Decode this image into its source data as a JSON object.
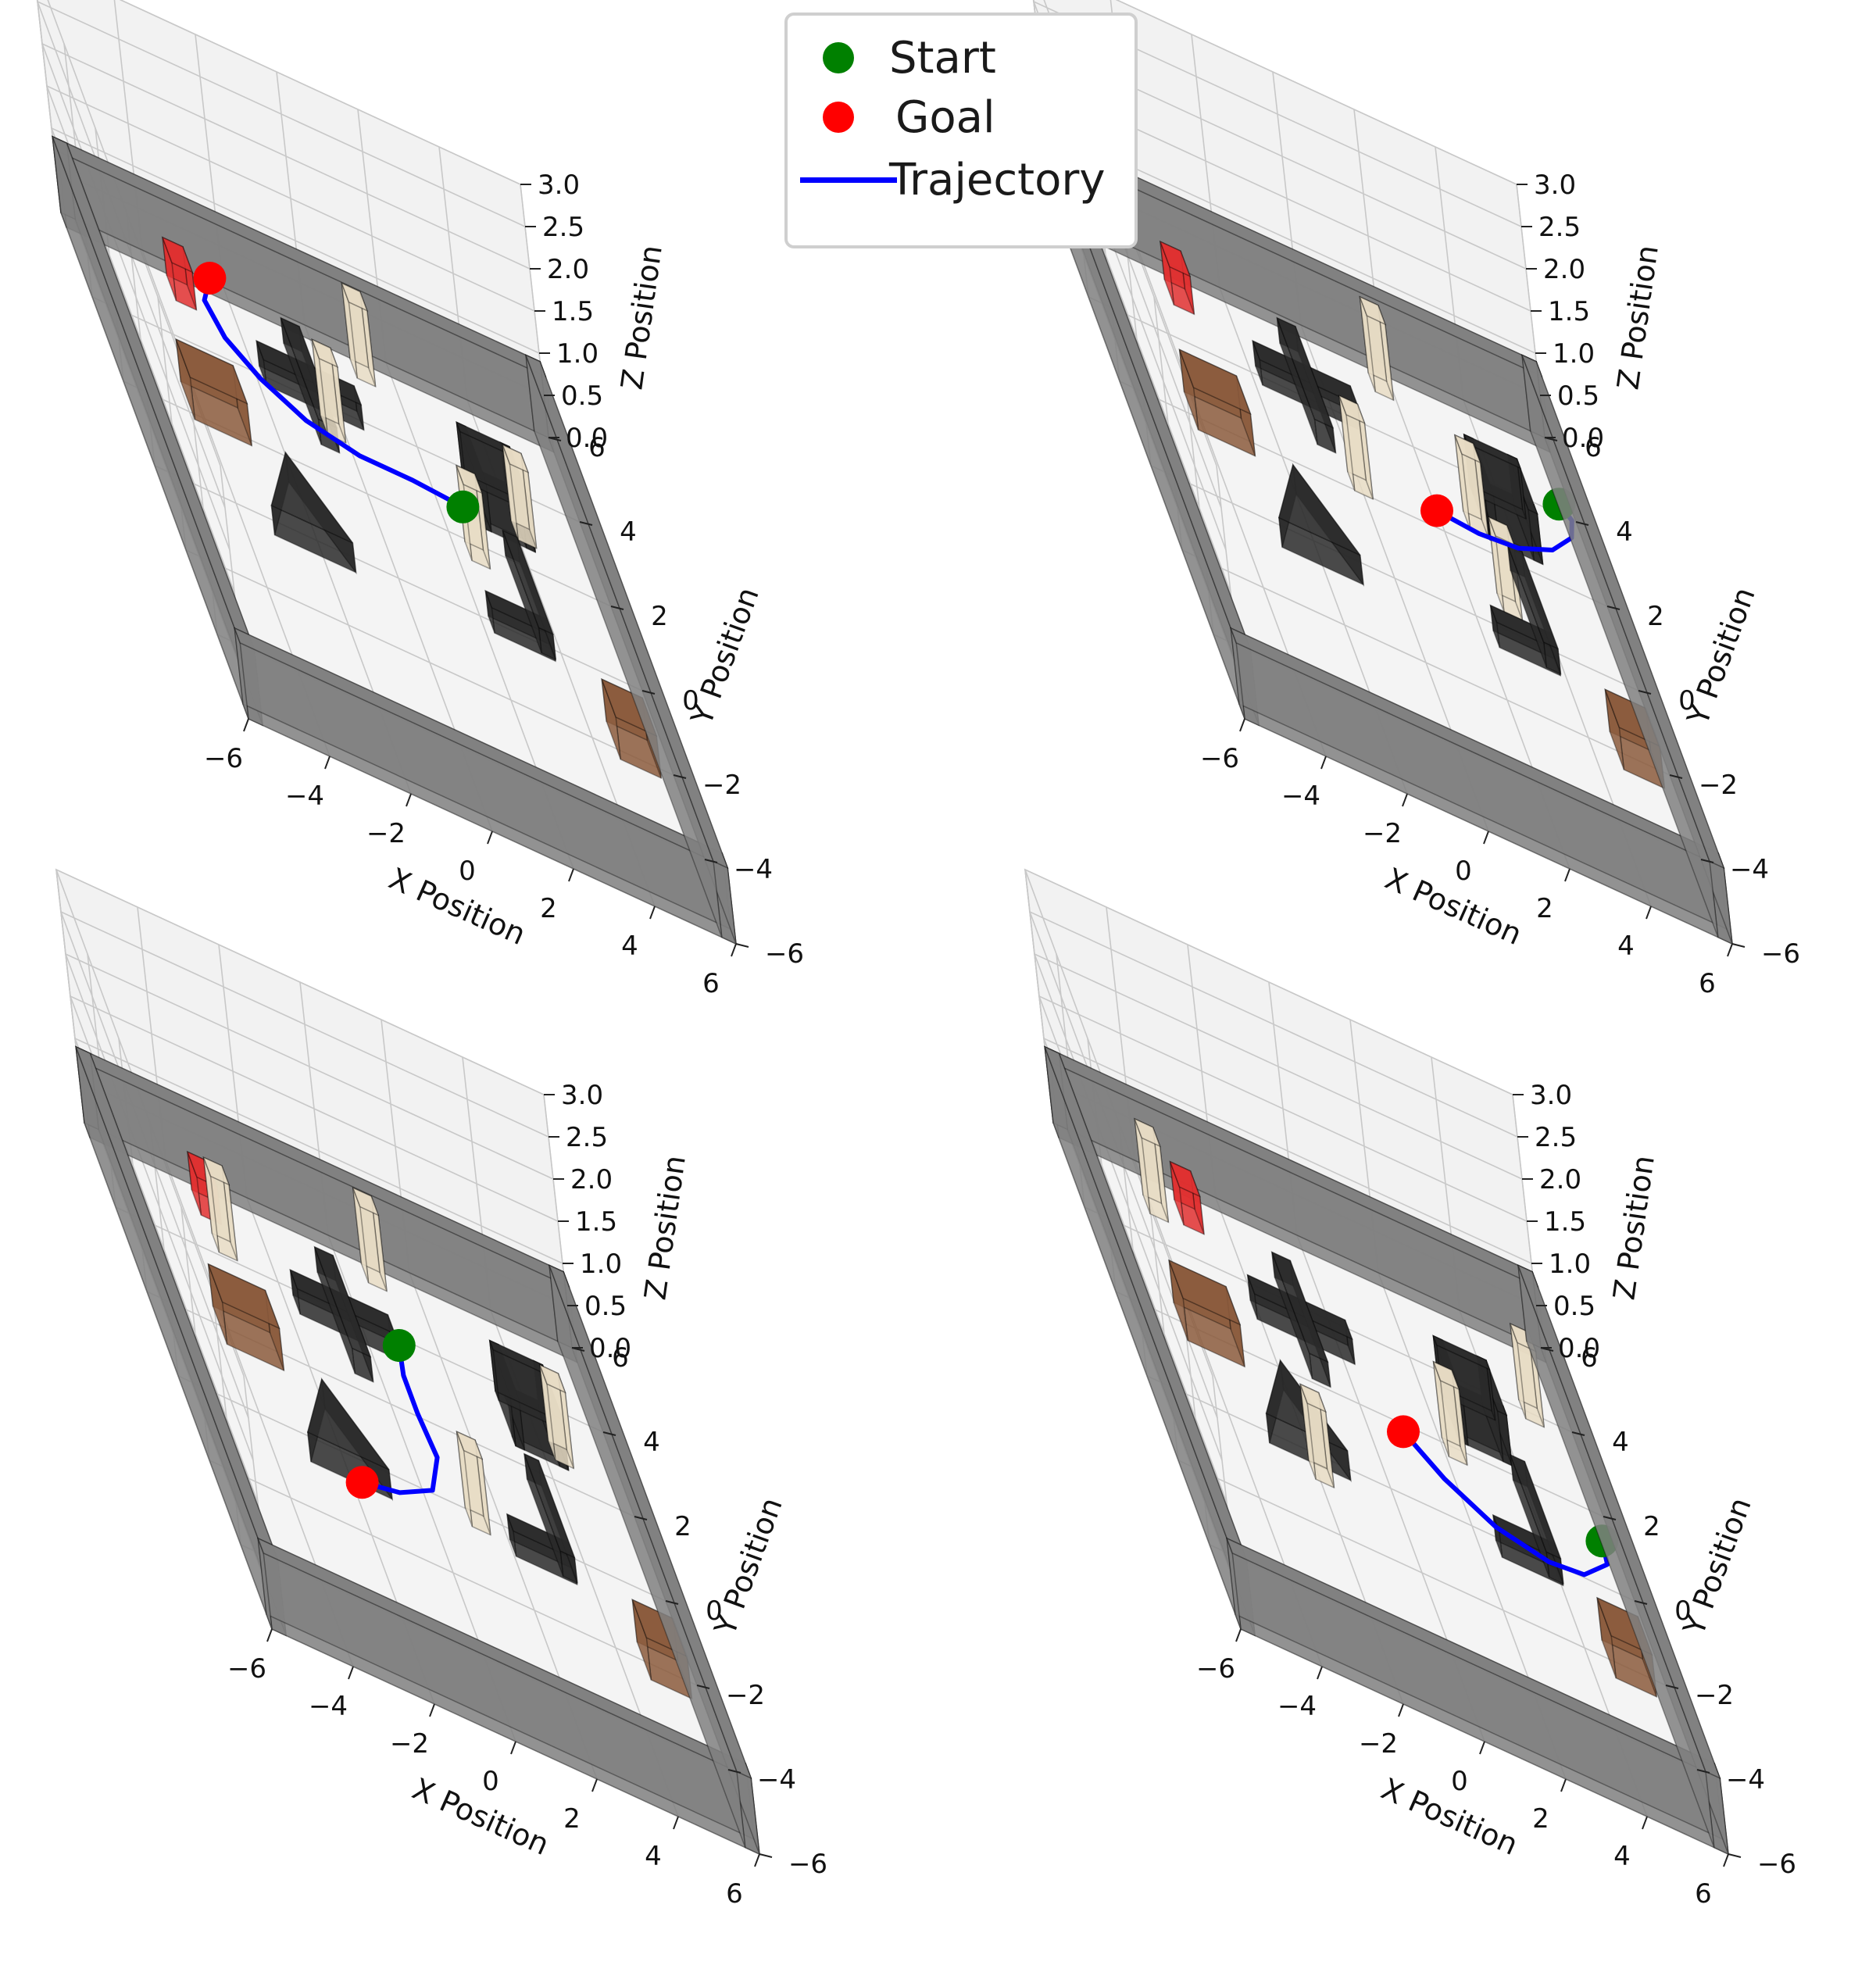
{
  "legend": {
    "placement": "top-center",
    "items": [
      {
        "marker": "dot",
        "label": "Start",
        "color": "#008000"
      },
      {
        "marker": "dot",
        "label": "Goal",
        "color": "#ff0000"
      },
      {
        "marker": "line",
        "label": "Trajectory",
        "color": "#0000ff"
      }
    ]
  },
  "colors": {
    "start": "#008000",
    "goal": "#ff0000",
    "trajectory": "#0000ff",
    "wall": "#808080",
    "black_obstacle": "#2a2a2a",
    "beige_pillar": "#e8dcc4",
    "brown_box": "#8b5a3c",
    "red_box": "#e03030",
    "floor": "#f4f4f4",
    "grid": "#c8c8c8"
  },
  "chart_data": [
    {
      "type": "scatter3d",
      "panel": "top-left",
      "xlabel": "X Position",
      "ylabel": "Y Position",
      "zlabel": "Z Position",
      "xlim": [
        -6,
        6
      ],
      "ylim": [
        -6,
        6
      ],
      "zlim": [
        0,
        3
      ],
      "xticks": [
        "−6",
        "−4",
        "−2",
        "0",
        "2",
        "4",
        "6"
      ],
      "yticks": [
        "−6",
        "−4",
        "−2",
        "0",
        "2",
        "4",
        "6"
      ],
      "zticks": [
        "0.0",
        "0.5",
        "1.0",
        "1.5",
        "2.0",
        "2.5",
        "3.0"
      ],
      "grid": true,
      "start": [
        2.5,
        2.2,
        0.3
      ],
      "goal": [
        -2.5,
        5.4,
        0.3
      ],
      "trajectory": [
        [
          -2.5,
          5.4
        ],
        [
          -2.9,
          4.7
        ],
        [
          -2.7,
          3.9
        ],
        [
          -2.1,
          3.2
        ],
        [
          -1.2,
          2.6
        ],
        [
          0.0,
          2.3
        ],
        [
          1.3,
          2.3
        ],
        [
          2.5,
          2.2
        ]
      ],
      "obstacles": [
        {
          "kind": "red_box",
          "x": -3.3,
          "y": 5.3,
          "w": 0.5,
          "d": 0.6
        },
        {
          "kind": "beige_pillar",
          "x": 1.2,
          "y": 5.4,
          "w": 0.45,
          "d": 0.45
        },
        {
          "kind": "cross",
          "x": -0.6,
          "y": 4.0
        },
        {
          "kind": "beige_pillar",
          "x": -0.3,
          "y": 3.4,
          "w": 0.45,
          "d": 0.45
        },
        {
          "kind": "ring",
          "x": 3.7,
          "y": 3.2
        },
        {
          "kind": "beige_pillar",
          "x": 4.2,
          "y": 2.9,
          "w": 0.45,
          "d": 0.45
        },
        {
          "kind": "brown_box",
          "x": -3.6,
          "y": 2.3,
          "w": 1.4,
          "d": 0.9
        },
        {
          "kind": "beige_pillar",
          "x": 2.6,
          "y": 1.7,
          "w": 0.45,
          "d": 0.45
        },
        {
          "kind": "triangle",
          "x": -2.2,
          "y": 0.4
        },
        {
          "kind": "l_shape",
          "x": 3.5,
          "y": 0.5
        },
        {
          "kind": "brown_box",
          "x": 5.1,
          "y": -1.8,
          "w": 1.0,
          "d": 0.9
        }
      ]
    },
    {
      "type": "scatter3d",
      "panel": "top-right",
      "xlabel": "X Position",
      "ylabel": "Y Position",
      "zlabel": "Z Position",
      "xlim": [
        -6,
        6
      ],
      "ylim": [
        -6,
        6
      ],
      "zlim": [
        0,
        3
      ],
      "xticks": [
        "−6",
        "−4",
        "−2",
        "0",
        "2",
        "4",
        "6"
      ],
      "yticks": [
        "−6",
        "−4",
        "−2",
        "0",
        "2",
        "4",
        "6"
      ],
      "zticks": [
        "0.0",
        "0.5",
        "1.0",
        "1.5",
        "2.0",
        "2.5",
        "3.0"
      ],
      "grid": true,
      "start": [
        5.5,
        3.6,
        0.3
      ],
      "goal": [
        1.8,
        1.8,
        0.3
      ],
      "trajectory": [
        [
          1.8,
          1.8
        ],
        [
          2.8,
          1.7
        ],
        [
          3.8,
          1.8
        ],
        [
          4.8,
          2.2
        ],
        [
          5.5,
          2.8
        ],
        [
          5.7,
          3.3
        ],
        [
          5.5,
          3.6
        ]
      ],
      "obstacles": [
        {
          "kind": "red_box",
          "x": -3.3,
          "y": 5.2,
          "w": 0.5,
          "d": 0.6
        },
        {
          "kind": "beige_pillar",
          "x": 1.7,
          "y": 5.3,
          "w": 0.45,
          "d": 0.45
        },
        {
          "kind": "cross",
          "x": -0.6,
          "y": 4.0
        },
        {
          "kind": "ring",
          "x": 3.9,
          "y": 3.0
        },
        {
          "kind": "beige_pillar",
          "x": 3.0,
          "y": 2.6,
          "w": 0.45,
          "d": 0.45
        },
        {
          "kind": "beige_pillar",
          "x": 0.0,
          "y": 2.2,
          "w": 0.45,
          "d": 0.45
        },
        {
          "kind": "brown_box",
          "x": -3.5,
          "y": 2.1,
          "w": 1.4,
          "d": 0.9
        },
        {
          "kind": "beige_pillar",
          "x": 3.1,
          "y": 0.7,
          "w": 0.45,
          "d": 0.45
        },
        {
          "kind": "triangle",
          "x": -2.0,
          "y": 0.2
        },
        {
          "kind": "l_shape",
          "x": 3.6,
          "y": 0.2
        },
        {
          "kind": "brown_box",
          "x": 5.2,
          "y": -2.0,
          "w": 1.0,
          "d": 0.9
        }
      ]
    },
    {
      "type": "scatter3d",
      "panel": "bottom-left",
      "xlabel": "X Position",
      "ylabel": "Y Position",
      "zlabel": "Z Position",
      "xlim": [
        -6,
        6
      ],
      "ylim": [
        -6,
        6
      ],
      "zlim": [
        0,
        3
      ],
      "xticks": [
        "−6",
        "−4",
        "−2",
        "0",
        "2",
        "4",
        "6"
      ],
      "yticks": [
        "−6",
        "−4",
        "−2",
        "0",
        "2",
        "4",
        "6"
      ],
      "zticks": [
        "0.0",
        "0.5",
        "1.0",
        "1.5",
        "2.0",
        "2.5",
        "3.0"
      ],
      "grid": true,
      "start": [
        0.7,
        3.1,
        0.3
      ],
      "goal": [
        -1.9,
        -1.3,
        0.3
      ],
      "trajectory": [
        [
          -1.9,
          -1.3
        ],
        [
          -0.9,
          -1.1
        ],
        [
          0.1,
          -0.6
        ],
        [
          0.6,
          0.4
        ],
        [
          0.5,
          1.4
        ],
        [
          0.5,
          2.3
        ],
        [
          0.7,
          3.1
        ]
      ],
      "obstacles": [
        {
          "kind": "red_box",
          "x": -3.3,
          "y": 5.2,
          "w": 0.5,
          "d": 0.6
        },
        {
          "kind": "beige_pillar",
          "x": 0.9,
          "y": 5.4,
          "w": 0.45,
          "d": 0.45
        },
        {
          "kind": "beige_pillar",
          "x": -3.2,
          "y": 4.3,
          "w": 0.45,
          "d": 0.45
        },
        {
          "kind": "cross",
          "x": -0.5,
          "y": 3.6
        },
        {
          "kind": "ring",
          "x": 3.9,
          "y": 3.1
        },
        {
          "kind": "beige_pillar",
          "x": 4.5,
          "y": 2.8,
          "w": 0.45,
          "d": 0.45
        },
        {
          "kind": "brown_box",
          "x": -3.5,
          "y": 2.0,
          "w": 1.4,
          "d": 0.9
        },
        {
          "kind": "triangle",
          "x": -2.0,
          "y": 0.1
        },
        {
          "kind": "beige_pillar",
          "x": 1.3,
          "y": -0.2,
          "w": 0.45,
          "d": 0.45
        },
        {
          "kind": "l_shape",
          "x": 3.3,
          "y": 0.1
        },
        {
          "kind": "brown_box",
          "x": 5.2,
          "y": -2.0,
          "w": 1.0,
          "d": 0.9
        }
      ]
    },
    {
      "type": "scatter3d",
      "panel": "bottom-right",
      "xlabel": "X Position",
      "ylabel": "Y Position",
      "zlabel": "Z Position",
      "xlim": [
        -6,
        6
      ],
      "ylim": [
        -6,
        6
      ],
      "zlim": [
        0,
        3
      ],
      "xticks": [
        "−6",
        "−4",
        "−2",
        "0",
        "2",
        "4",
        "6"
      ],
      "yticks": [
        "−6",
        "−4",
        "−2",
        "0",
        "2",
        "4",
        "6"
      ],
      "zticks": [
        "0.0",
        "0.5",
        "1.0",
        "1.5",
        "2.0",
        "2.5",
        "3.0"
      ],
      "grid": true,
      "start": [
        5.5,
        0.6,
        0.3
      ],
      "goal": [
        0.8,
        1.1,
        0.3
      ],
      "trajectory": [
        [
          0.8,
          1.1
        ],
        [
          1.5,
          0.3
        ],
        [
          2.5,
          -0.4
        ],
        [
          3.7,
          -0.7
        ],
        [
          4.6,
          -0.6
        ],
        [
          5.4,
          0.0
        ],
        [
          5.5,
          0.6
        ]
      ],
      "obstacles": [
        {
          "kind": "beige_pillar",
          "x": -3.9,
          "y": 4.9,
          "w": 0.45,
          "d": 0.45
        },
        {
          "kind": "red_box",
          "x": -3.0,
          "y": 5.1,
          "w": 0.5,
          "d": 0.6
        },
        {
          "kind": "beige_pillar",
          "x": 5.0,
          "y": 4.0,
          "w": 0.45,
          "d": 0.45
        },
        {
          "kind": "cross",
          "x": -0.9,
          "y": 3.3
        },
        {
          "kind": "ring",
          "x": 3.2,
          "y": 2.9
        },
        {
          "kind": "beige_pillar",
          "x": 2.3,
          "y": 1.9,
          "w": 0.45,
          "d": 0.45
        },
        {
          "kind": "brown_box",
          "x": -3.7,
          "y": 2.0,
          "w": 1.4,
          "d": 0.9
        },
        {
          "kind": "triangle",
          "x": -2.1,
          "y": 0.5
        },
        {
          "kind": "beige_pillar",
          "x": -1.9,
          "y": -0.5,
          "w": 0.45,
          "d": 0.45
        },
        {
          "kind": "l_shape",
          "x": 3.8,
          "y": 0.3
        },
        {
          "kind": "brown_box",
          "x": 5.1,
          "y": -2.0,
          "w": 1.0,
          "d": 0.9
        }
      ]
    }
  ]
}
